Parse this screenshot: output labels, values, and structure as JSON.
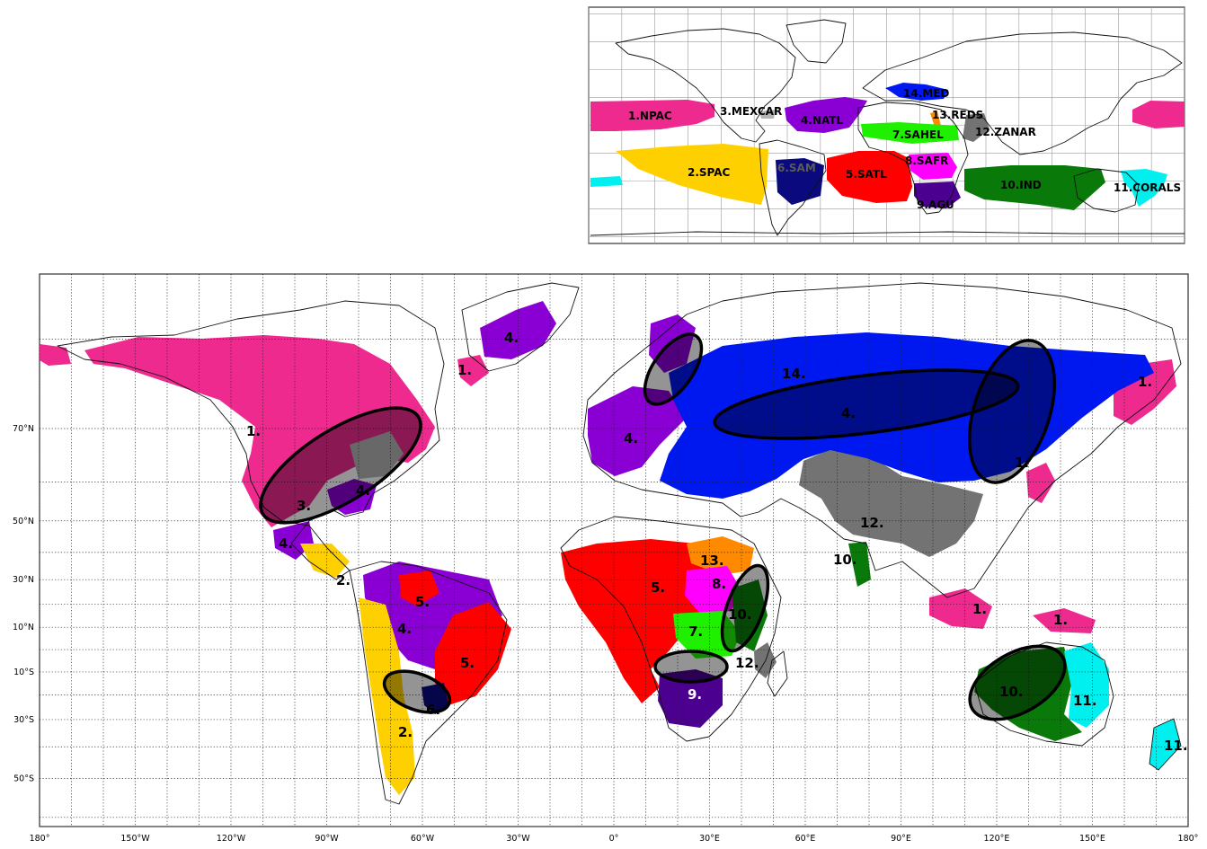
{
  "colors": {
    "pink": "#ee2a8f",
    "yellow": "#ffd000",
    "purple": "#8a00d4",
    "blue": "#0018f0",
    "navy": "#0a0a7e",
    "red": "#ff0000",
    "green": "#1ef000",
    "magenta": "#ff00ff",
    "indigo": "#4b0090",
    "darkgreen": "#097a09",
    "cyan": "#00f0f0",
    "orange": "#ff8a00",
    "gray": "#737373",
    "lightgray": "#b4b4b4"
  },
  "inset": {
    "labels": [
      {
        "id": "npac",
        "text": "1.NPAC"
      },
      {
        "id": "spac",
        "text": "2.SPAC"
      },
      {
        "id": "mexcar",
        "text": "3.MEXCAR"
      },
      {
        "id": "natl",
        "text": "4.NATL"
      },
      {
        "id": "satl",
        "text": "5.SATL"
      },
      {
        "id": "sam",
        "text": "6.SAM"
      },
      {
        "id": "sahel",
        "text": "7.SAHEL"
      },
      {
        "id": "safr",
        "text": "8.SAFR"
      },
      {
        "id": "agu",
        "text": "9.AGU"
      },
      {
        "id": "ind",
        "text": "10.IND"
      },
      {
        "id": "corals",
        "text": "11.CORALS"
      },
      {
        "id": "zanar",
        "text": "12.ZANAR"
      },
      {
        "id": "reds",
        "text": "13.REDS"
      },
      {
        "id": "med",
        "text": "14.MED"
      }
    ]
  },
  "main_map": {
    "labels": [
      {
        "id": "l1-na",
        "text": "1."
      },
      {
        "id": "l1-gl",
        "text": "1."
      },
      {
        "id": "l1-ne",
        "text": "1."
      },
      {
        "id": "l1-jp",
        "text": "1."
      },
      {
        "id": "l1-in",
        "text": "1."
      },
      {
        "id": "l1-ng",
        "text": "1."
      },
      {
        "id": "l2-ca",
        "text": "2."
      },
      {
        "id": "l2-sa",
        "text": "2."
      },
      {
        "id": "l3",
        "text": "3."
      },
      {
        "id": "l4-gl",
        "text": "4."
      },
      {
        "id": "l4-us",
        "text": "4."
      },
      {
        "id": "l4-mx",
        "text": "4."
      },
      {
        "id": "l4-eu",
        "text": "4."
      },
      {
        "id": "l4-ru",
        "text": "4."
      },
      {
        "id": "l4-sa",
        "text": "4."
      },
      {
        "id": "l5-nsa",
        "text": "5."
      },
      {
        "id": "l5-bra",
        "text": "5."
      },
      {
        "id": "l5-af",
        "text": "5."
      },
      {
        "id": "l6",
        "text": "6."
      },
      {
        "id": "l7",
        "text": "7."
      },
      {
        "id": "l8",
        "text": "8."
      },
      {
        "id": "l9",
        "text": "9."
      },
      {
        "id": "l10-ind",
        "text": "10."
      },
      {
        "id": "l10-af",
        "text": "10."
      },
      {
        "id": "l10-au",
        "text": "10."
      },
      {
        "id": "l11-au",
        "text": "11."
      },
      {
        "id": "l11-nz",
        "text": "11."
      },
      {
        "id": "l12-as",
        "text": "12."
      },
      {
        "id": "l12-af",
        "text": "12."
      },
      {
        "id": "l13",
        "text": "13."
      },
      {
        "id": "l14",
        "text": "14."
      }
    ],
    "y_ticks": [
      {
        "lat": 70,
        "text": "70°N"
      },
      {
        "lat": 50,
        "text": "50°N"
      },
      {
        "lat": 30,
        "text": "30°N"
      },
      {
        "lat": 10,
        "text": "10°N"
      },
      {
        "lat": -10,
        "text": "10°S"
      },
      {
        "lat": -30,
        "text": "30°S"
      },
      {
        "lat": -50,
        "text": "50°S"
      }
    ],
    "x_ticks": [
      {
        "lon": -180,
        "text": "180°"
      },
      {
        "lon": -150,
        "text": "150°W"
      },
      {
        "lon": -120,
        "text": "120°W"
      },
      {
        "lon": -90,
        "text": "90°W"
      },
      {
        "lon": -60,
        "text": "60°W"
      },
      {
        "lon": -30,
        "text": "30°W"
      },
      {
        "lon": 0,
        "text": "0°"
      },
      {
        "lon": 30,
        "text": "30°E"
      },
      {
        "lon": 60,
        "text": "60°E"
      },
      {
        "lon": 90,
        "text": "90°E"
      },
      {
        "lon": 120,
        "text": "120°E"
      },
      {
        "lon": 150,
        "text": "150°E"
      },
      {
        "lon": 180,
        "text": "180°"
      }
    ]
  }
}
